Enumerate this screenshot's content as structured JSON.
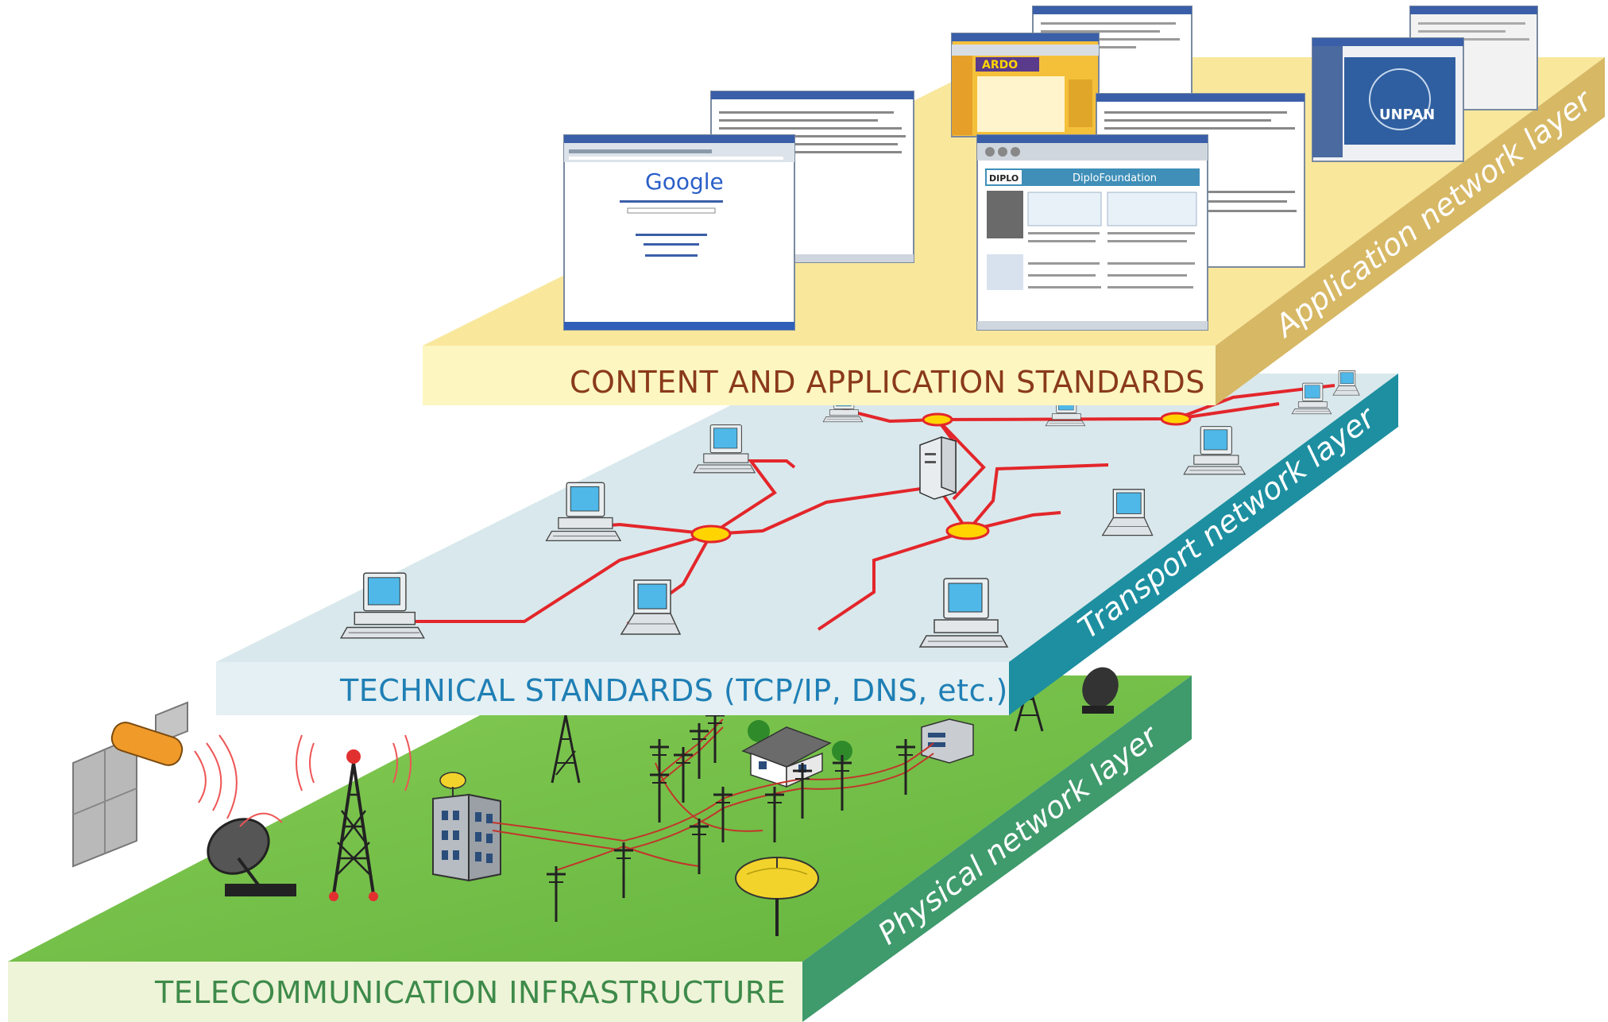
{
  "layers": {
    "application": {
      "title": "CONTENT AND APPLICATION STANDARDS",
      "side_label": "Application network layer",
      "colors": {
        "top": "#f9e79c",
        "front": "#fdf6c0",
        "side": "#d7b865",
        "title": "#8a3a1a"
      }
    },
    "transport": {
      "title": "TECHNICAL STANDARDS (TCP/IP, DNS, etc.)",
      "side_label": "Transport network layer",
      "colors": {
        "top": "#d9e8ec",
        "front": "#e4f0f3",
        "side": "#1d8fa0",
        "title": "#1f7fb5",
        "links": "#e3262b",
        "hubs": "#ffd400"
      }
    },
    "physical": {
      "title": "TELECOMMUNICATION INFRASTRUCTURE",
      "side_label": "Physical network layer",
      "colors": {
        "top": "#78c24a",
        "front": "#eef4d8",
        "side": "#3f9a6c",
        "title": "#3e8a4a"
      }
    }
  },
  "screens": {
    "google_logo": "Google",
    "ardo": "ARDO",
    "diplo_logo": "DIPLO",
    "diplo_foundation": "DiploFoundation",
    "unpan": "UNPAN"
  },
  "icons": [
    "computer-icon",
    "laptop-icon",
    "server-icon",
    "satellite-icon",
    "dish-antenna-icon",
    "radio-tower-icon",
    "building-icon",
    "house-icon",
    "utility-pole-icon"
  ]
}
